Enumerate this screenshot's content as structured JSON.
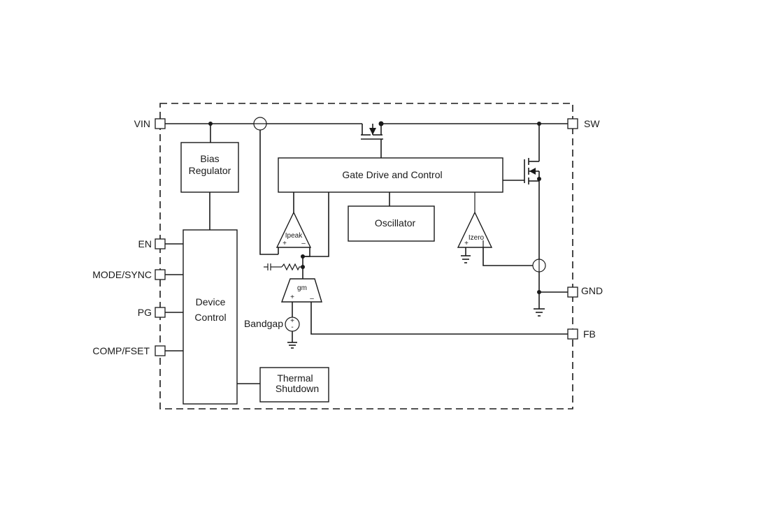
{
  "pins": {
    "vin": "VIN",
    "en": "EN",
    "mode_sync": "MODE/SYNC",
    "pg": "PG",
    "comp_fset": "COMP/FSET",
    "sw": "SW",
    "gnd": "GND",
    "fb": "FB"
  },
  "blocks": {
    "bias_line1": "Bias",
    "bias_line2": "Regulator",
    "gate_drive": "Gate Drive and Control",
    "oscillator": "Oscillator",
    "device_line1": "Device",
    "device_line2": "Control",
    "thermal_line1": "Thermal",
    "thermal_line2": "Shutdown"
  },
  "comparators": {
    "ipeak": "Ipeak",
    "izero": "Izero",
    "plus": "+",
    "minus": "–"
  },
  "amplifier": {
    "gm": "gm",
    "plus": "+",
    "minus": "–"
  },
  "reference": {
    "bandgap": "Bandgap",
    "plus": "+",
    "minus": "-"
  }
}
